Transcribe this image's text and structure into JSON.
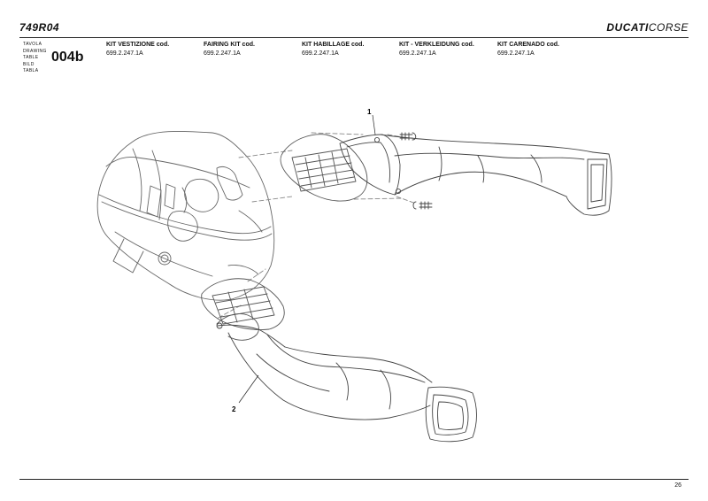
{
  "header": {
    "model": "749R04",
    "brand_bold": "DUCATI",
    "brand_light": "CORSE"
  },
  "table": {
    "labels": [
      "TAVOLA",
      "DRAWING",
      "TABLE",
      "BILD",
      "TABLA"
    ],
    "code": "004b"
  },
  "kits": [
    {
      "name": "KIT VESTIZIONE cod.",
      "code": "699.2.247.1A"
    },
    {
      "name": "FAIRING KIT cod.",
      "code": "699.2.247.1A"
    },
    {
      "name": "KIT HABILLAGE cod.",
      "code": "699.2.247.1A"
    },
    {
      "name": "KIT - VERKLEIDUNG cod.",
      "code": "699.2.247.1A"
    },
    {
      "name": "KIT CARENADO cod.",
      "code": "699.2.247.1A"
    }
  ],
  "callouts": {
    "part1": "1",
    "part2": "2"
  },
  "footer": {
    "page": "26"
  }
}
